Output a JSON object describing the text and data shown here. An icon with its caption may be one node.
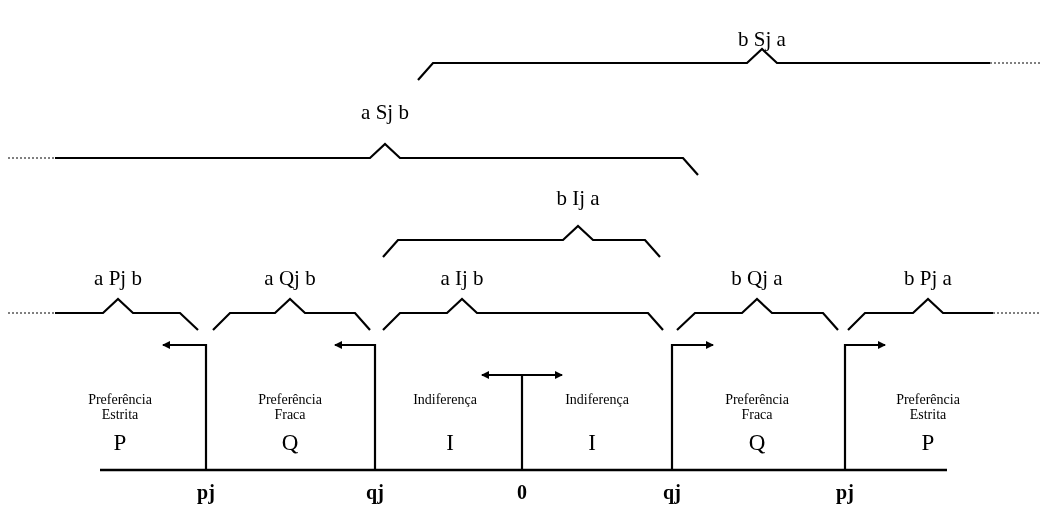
{
  "diagram": {
    "labels": [
      "b Sj a",
      "a Sj b",
      "b Ij a",
      "a Pj b",
      "a Qj b",
      "a Ij b",
      "b Qj a",
      "b Pj a",
      "Preferência Estrita",
      "Preferência Fraca",
      "Indiferença",
      "Indiferença",
      "Preferência Fraca",
      "Preferência Estrita",
      "P",
      "Q",
      "I",
      "I",
      "Q",
      "P",
      "pj",
      "qj",
      "0",
      "qj",
      "pj"
    ]
  }
}
